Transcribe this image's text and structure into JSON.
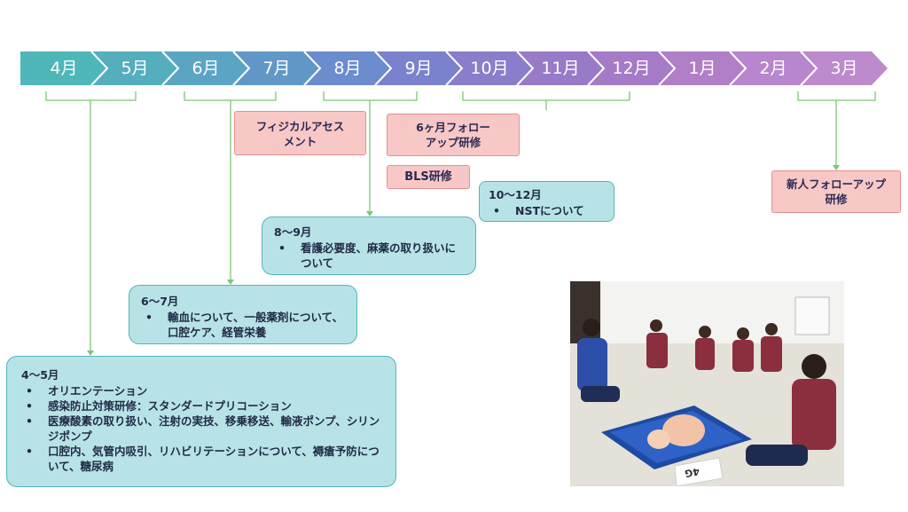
{
  "timeline": {
    "months": [
      "4月",
      "5月",
      "6月",
      "7月",
      "8月",
      "9月",
      "10月",
      "11月",
      "12月",
      "1月",
      "2月",
      "3月"
    ],
    "colors": [
      "#4fb7b9",
      "#55aebe",
      "#5ba5c4",
      "#6298c8",
      "#6b8ccd",
      "#7a82cd",
      "#8a7dcb",
      "#987ac8",
      "#a57ac6",
      "#b07fc8",
      "#b886cc",
      "#bd8acd"
    ]
  },
  "boxes": {
    "b45": {
      "title": "4～5月",
      "items": [
        "オリエンテーション",
        "感染防止対策研修：スタンダードプリコーション",
        "医療酸素の取り扱い、注射の実技、移乗移送、輸液ポンプ、シリンジポンプ",
        "口腔内、気管内吸引、リハビリテーションについて、褥瘡予防について、糖尿病"
      ]
    },
    "b67": {
      "title": "6～7月",
      "items": [
        "輸血について、一般薬剤について、口腔ケア、経管栄養"
      ]
    },
    "b89": {
      "title": "8～9月",
      "items": [
        "看護必要度、麻薬の取り扱いについて"
      ]
    },
    "b1012": {
      "title": "10～12月",
      "items": [
        "NSTについて"
      ]
    }
  },
  "labels": {
    "physical": "フィジカルアセスメント",
    "followup6": "6ヶ月フォローアップ研修",
    "bls": "BLS研修",
    "newcomer": "新人フォローアップ研修"
  },
  "photo": {
    "sign": "4G"
  }
}
